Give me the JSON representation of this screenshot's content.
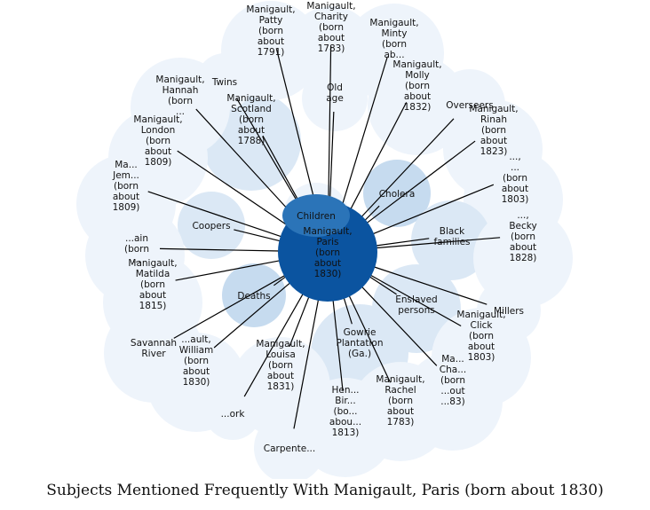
{
  "caption": "Subjects Mentioned Frequently With Manigault, Paris (born about 1830)",
  "colors": {
    "center_fill": "#0b54a0",
    "children_fill": "#2b74b8",
    "medium_fill": "#c6dbef",
    "light_fill": "#dbe8f5",
    "faint_fill": "#eef4fb",
    "edge": "#000000"
  },
  "center": {
    "id": "paris",
    "label": [
      "Manigault,",
      "Paris",
      "(born",
      "about",
      "1830)"
    ]
  },
  "nodes": [
    {
      "id": "children",
      "label": [
        "Children"
      ],
      "weight": 5
    },
    {
      "id": "scotland",
      "label": [
        "Manigault,",
        "Scotland",
        "(born",
        "about",
        "1788)"
      ],
      "weight": 3
    },
    {
      "id": "patty",
      "label": [
        "Manigault,",
        "Patty",
        "(born",
        "about",
        "1791)"
      ],
      "weight": 1
    },
    {
      "id": "charity",
      "label": [
        "Manigault,",
        "Charity",
        "(born",
        "about",
        "1783)"
      ],
      "weight": 1
    },
    {
      "id": "minty",
      "label": [
        "Manigault,",
        "Minty",
        "(born",
        "ab..."
      ],
      "weight": 1
    },
    {
      "id": "old-age",
      "label": [
        "Old",
        "age"
      ],
      "weight": 1
    },
    {
      "id": "twins",
      "label": [
        "Twins"
      ],
      "weight": 1
    },
    {
      "id": "hannah",
      "label": [
        "Manigault,",
        "Hannah",
        "(born",
        "..."
      ],
      "weight": 1
    },
    {
      "id": "molly",
      "label": [
        "Manigault,",
        "Molly",
        "(born",
        "about",
        "1832)"
      ],
      "weight": 1
    },
    {
      "id": "overseers",
      "label": [
        "Overseers"
      ],
      "weight": 1
    },
    {
      "id": "london",
      "label": [
        "Manigault,",
        "London",
        "(born",
        "about",
        "1809)"
      ],
      "weight": 1
    },
    {
      "id": "rinah",
      "label": [
        "Manigault,",
        "Rinah",
        "(born",
        "about",
        "1823)"
      ],
      "weight": 1
    },
    {
      "id": "cholera",
      "label": [
        "Cholera"
      ],
      "weight": 2
    },
    {
      "id": "jemmy",
      "label": [
        "Ma...",
        "Jem...",
        "(born",
        "about",
        "1809)"
      ],
      "weight": 1
    },
    {
      "id": "unnamed-1803",
      "label": [
        "...,",
        "...",
        "(born",
        "about",
        "1803)"
      ],
      "weight": 1
    },
    {
      "id": "coopers",
      "label": [
        "Coopers"
      ],
      "weight": 2
    },
    {
      "id": "black-families",
      "label": [
        "Black",
        "families"
      ],
      "weight": 2
    },
    {
      "id": "unnamed-born",
      "label": [
        "...ain",
        "(born",
        "..."
      ],
      "weight": 1
    },
    {
      "id": "becky",
      "label": [
        "...,",
        "Becky",
        "(born",
        "about",
        "1828)"
      ],
      "weight": 1
    },
    {
      "id": "matilda",
      "label": [
        "Manigault,",
        "Matilda",
        "(born",
        "about",
        "1815)"
      ],
      "weight": 1
    },
    {
      "id": "deaths",
      "label": [
        "Deaths"
      ],
      "weight": 2
    },
    {
      "id": "millers",
      "label": [
        "Millers"
      ],
      "weight": 1
    },
    {
      "id": "enslaved",
      "label": [
        "Enslaved",
        "persons"
      ],
      "weight": 2
    },
    {
      "id": "savannah",
      "label": [
        "Savannah",
        "River"
      ],
      "weight": 1
    },
    {
      "id": "click",
      "label": [
        "Manigault,",
        "Click",
        "(born",
        "about",
        "1803)"
      ],
      "weight": 1
    },
    {
      "id": "william",
      "label": [
        "...ault,",
        "William",
        "(born",
        "about",
        "1830)"
      ],
      "weight": 1
    },
    {
      "id": "gowrie",
      "label": [
        "Gowrie",
        "Plantation",
        "(Ga.)"
      ],
      "weight": 2
    },
    {
      "id": "louisa",
      "label": [
        "Manigault,",
        "Louisa",
        "(born",
        "about",
        "1831)"
      ],
      "weight": 1
    },
    {
      "id": "charles",
      "label": [
        "Ma...",
        "Cha...",
        "(born",
        "...out",
        "...83)"
      ],
      "weight": 1
    },
    {
      "id": "rachel",
      "label": [
        "Manigault,",
        "Rachel",
        "(born",
        "about",
        "1783)"
      ],
      "weight": 1
    },
    {
      "id": "henry",
      "label": [
        "Hen...",
        "Bir...",
        "(bo...",
        "abou...",
        "1813)"
      ],
      "weight": 1
    },
    {
      "id": "work",
      "label": [
        "...ork"
      ],
      "weight": 1
    },
    {
      "id": "carpenters",
      "label": [
        "Carpente..."
      ],
      "weight": 1
    }
  ]
}
